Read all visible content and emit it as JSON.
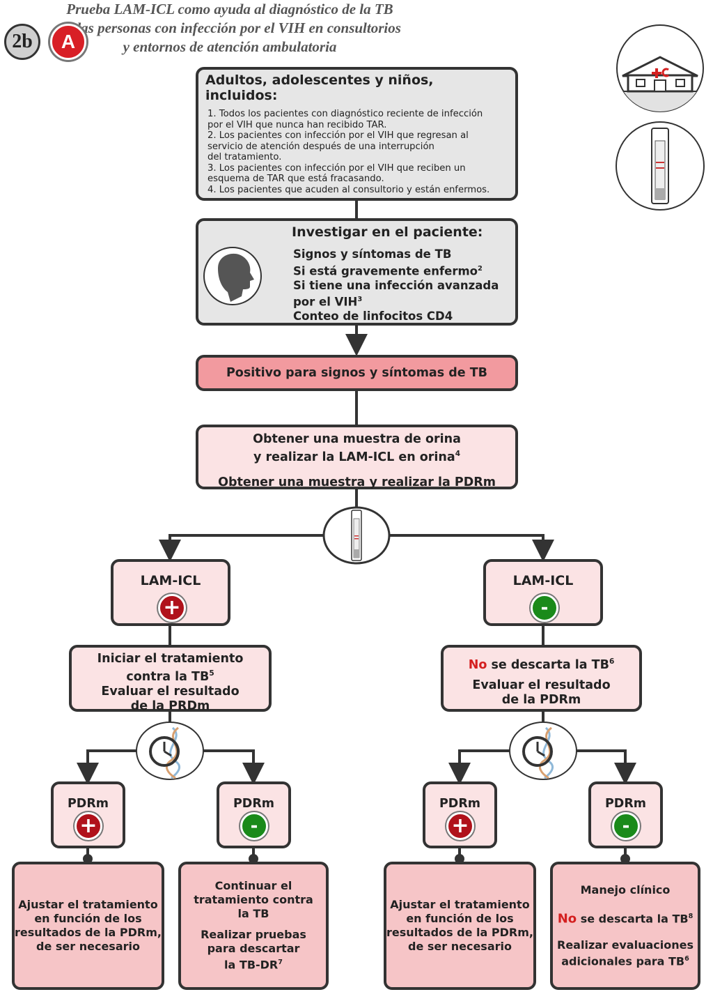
{
  "title": {
    "line1": "Prueba LAM-ICL como ayuda al diagnóstico de la TB",
    "line2": "en las personas con infección por el VIH en consultorios",
    "line3": "y entornos de atención ambulatoria"
  },
  "badges": {
    "step": "2b",
    "algo": "A"
  },
  "eligibility": {
    "heading": "Adultos, adolescentes y niños, incluidos:",
    "criteria": "1. Todos los pacientes con diagnóstico reciente de infección\npor el VIH que nunca han recibido TAR.\n2. Los pacientes con infección por el VIH que regresan al\nservicio de atención después de una interrupción\ndel tratamiento.\n3. Los pacientes con infección por el VIH que reciben un\nesquema de TAR que está fracasando.\n4. Los pacientes que acuden al consultorio y están enfermos."
  },
  "investigate": {
    "heading": "Investigar en el paciente:",
    "item1": "Signos y síntomas de TB",
    "item2": "Si está gravemente enfermo",
    "item2_sup": "2",
    "item3a": "Si tiene una infección avanzada",
    "item3b": "por el VIH",
    "item3_sup": "3",
    "item4": "Conteo de linfocitos CD4"
  },
  "positive_banner": "Positivo para signos y síntomas de TB",
  "sample": {
    "line1": "Obtener una muestra de orina",
    "line2": "y realizar la LAM-ICL en orina",
    "line2_sup": "4",
    "line3": "Obtener una muestra y realizar la PDRm"
  },
  "lam_pos": {
    "label": "LAM-ICL",
    "sign": "+"
  },
  "lam_neg": {
    "label": "LAM-ICL",
    "sign": "-"
  },
  "left_action": {
    "line1": "Iniciar el tratamiento",
    "line2": "contra la TB",
    "line2_sup": "5",
    "line3": "Evaluar el resultado",
    "line4": "de la PRDm"
  },
  "right_action": {
    "no": "No",
    "line1": " se descarta la TB",
    "line1_sup": "6",
    "line2": "Evaluar el resultado",
    "line3": "de la PDRm"
  },
  "pdrm": {
    "label": "PDRm",
    "pos": "+",
    "neg": "-"
  },
  "out1": {
    "l1": "Ajustar el tratamiento",
    "l2": "en función de los",
    "l3": "resultados de la PDRm,",
    "l4": "de ser necesario"
  },
  "out2": {
    "l1": "Continuar el",
    "l2": "tratamiento contra",
    "l3": "la TB",
    "l4": "Realizar pruebas",
    "l5": "para descartar",
    "l6": "la TB-DR",
    "l6_sup": "7"
  },
  "out3": {
    "l1": "Ajustar el tratamiento",
    "l2": "en función de los",
    "l3": "resultados de la PDRm,",
    "l4": "de ser necesario"
  },
  "out4": {
    "l1": "Manejo clínico",
    "no": "No",
    "l2": " se descarta la TB",
    "l2_sup": "8",
    "l3": "Realizar evaluaciones",
    "l4": "adicionales para TB",
    "l4_sup": "6"
  },
  "colors": {
    "grey_box": "#e6e6e6",
    "light_pink": "#fbe3e4",
    "rose": "#f6c5c7",
    "salmon": "#f29a9f",
    "positive_red": "#b0121b",
    "negative_green": "#1a8a1a",
    "accent_red": "#d42020"
  }
}
